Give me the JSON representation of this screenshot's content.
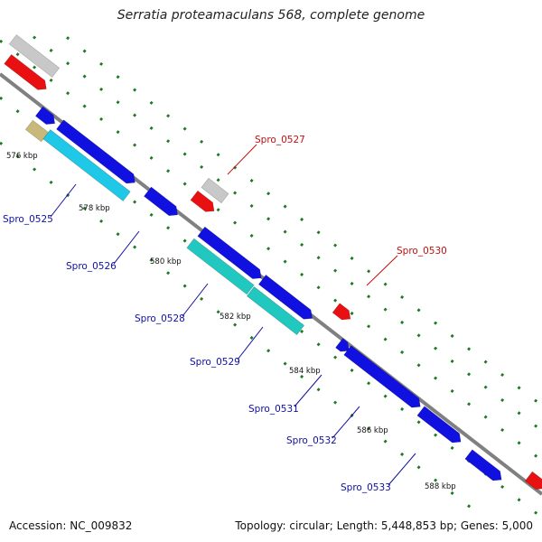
{
  "title": "Serratia proteamaculans 568, complete genome",
  "footer": {
    "accession": "Accession: NC_009832",
    "summary": "Topology: circular; Length: 5,448,853 bp; Genes: 5,000"
  },
  "colors": {
    "backbone": "#808080",
    "gridDot": "#1e7a1e",
    "blue": "#1010e0",
    "cyan": "#1ec8e6",
    "teal": "#20c8c0",
    "red": "#e81010",
    "grey": "#c8c8c8",
    "olive": "#c8b87a",
    "labelBlue": "#1010a0",
    "labelRed": "#c01010"
  },
  "ticks": [
    "576 kbp",
    "578 kbp",
    "580 kbp",
    "582 kbp",
    "584 kbp",
    "586 kbp",
    "588 kbp"
  ],
  "gene_labels": [
    "Spro_0525",
    "Spro_0526",
    "Spro_0527",
    "Spro_0528",
    "Spro_0529",
    "Spro_0530",
    "Spro_0531",
    "Spro_0532",
    "Spro_0533"
  ]
}
